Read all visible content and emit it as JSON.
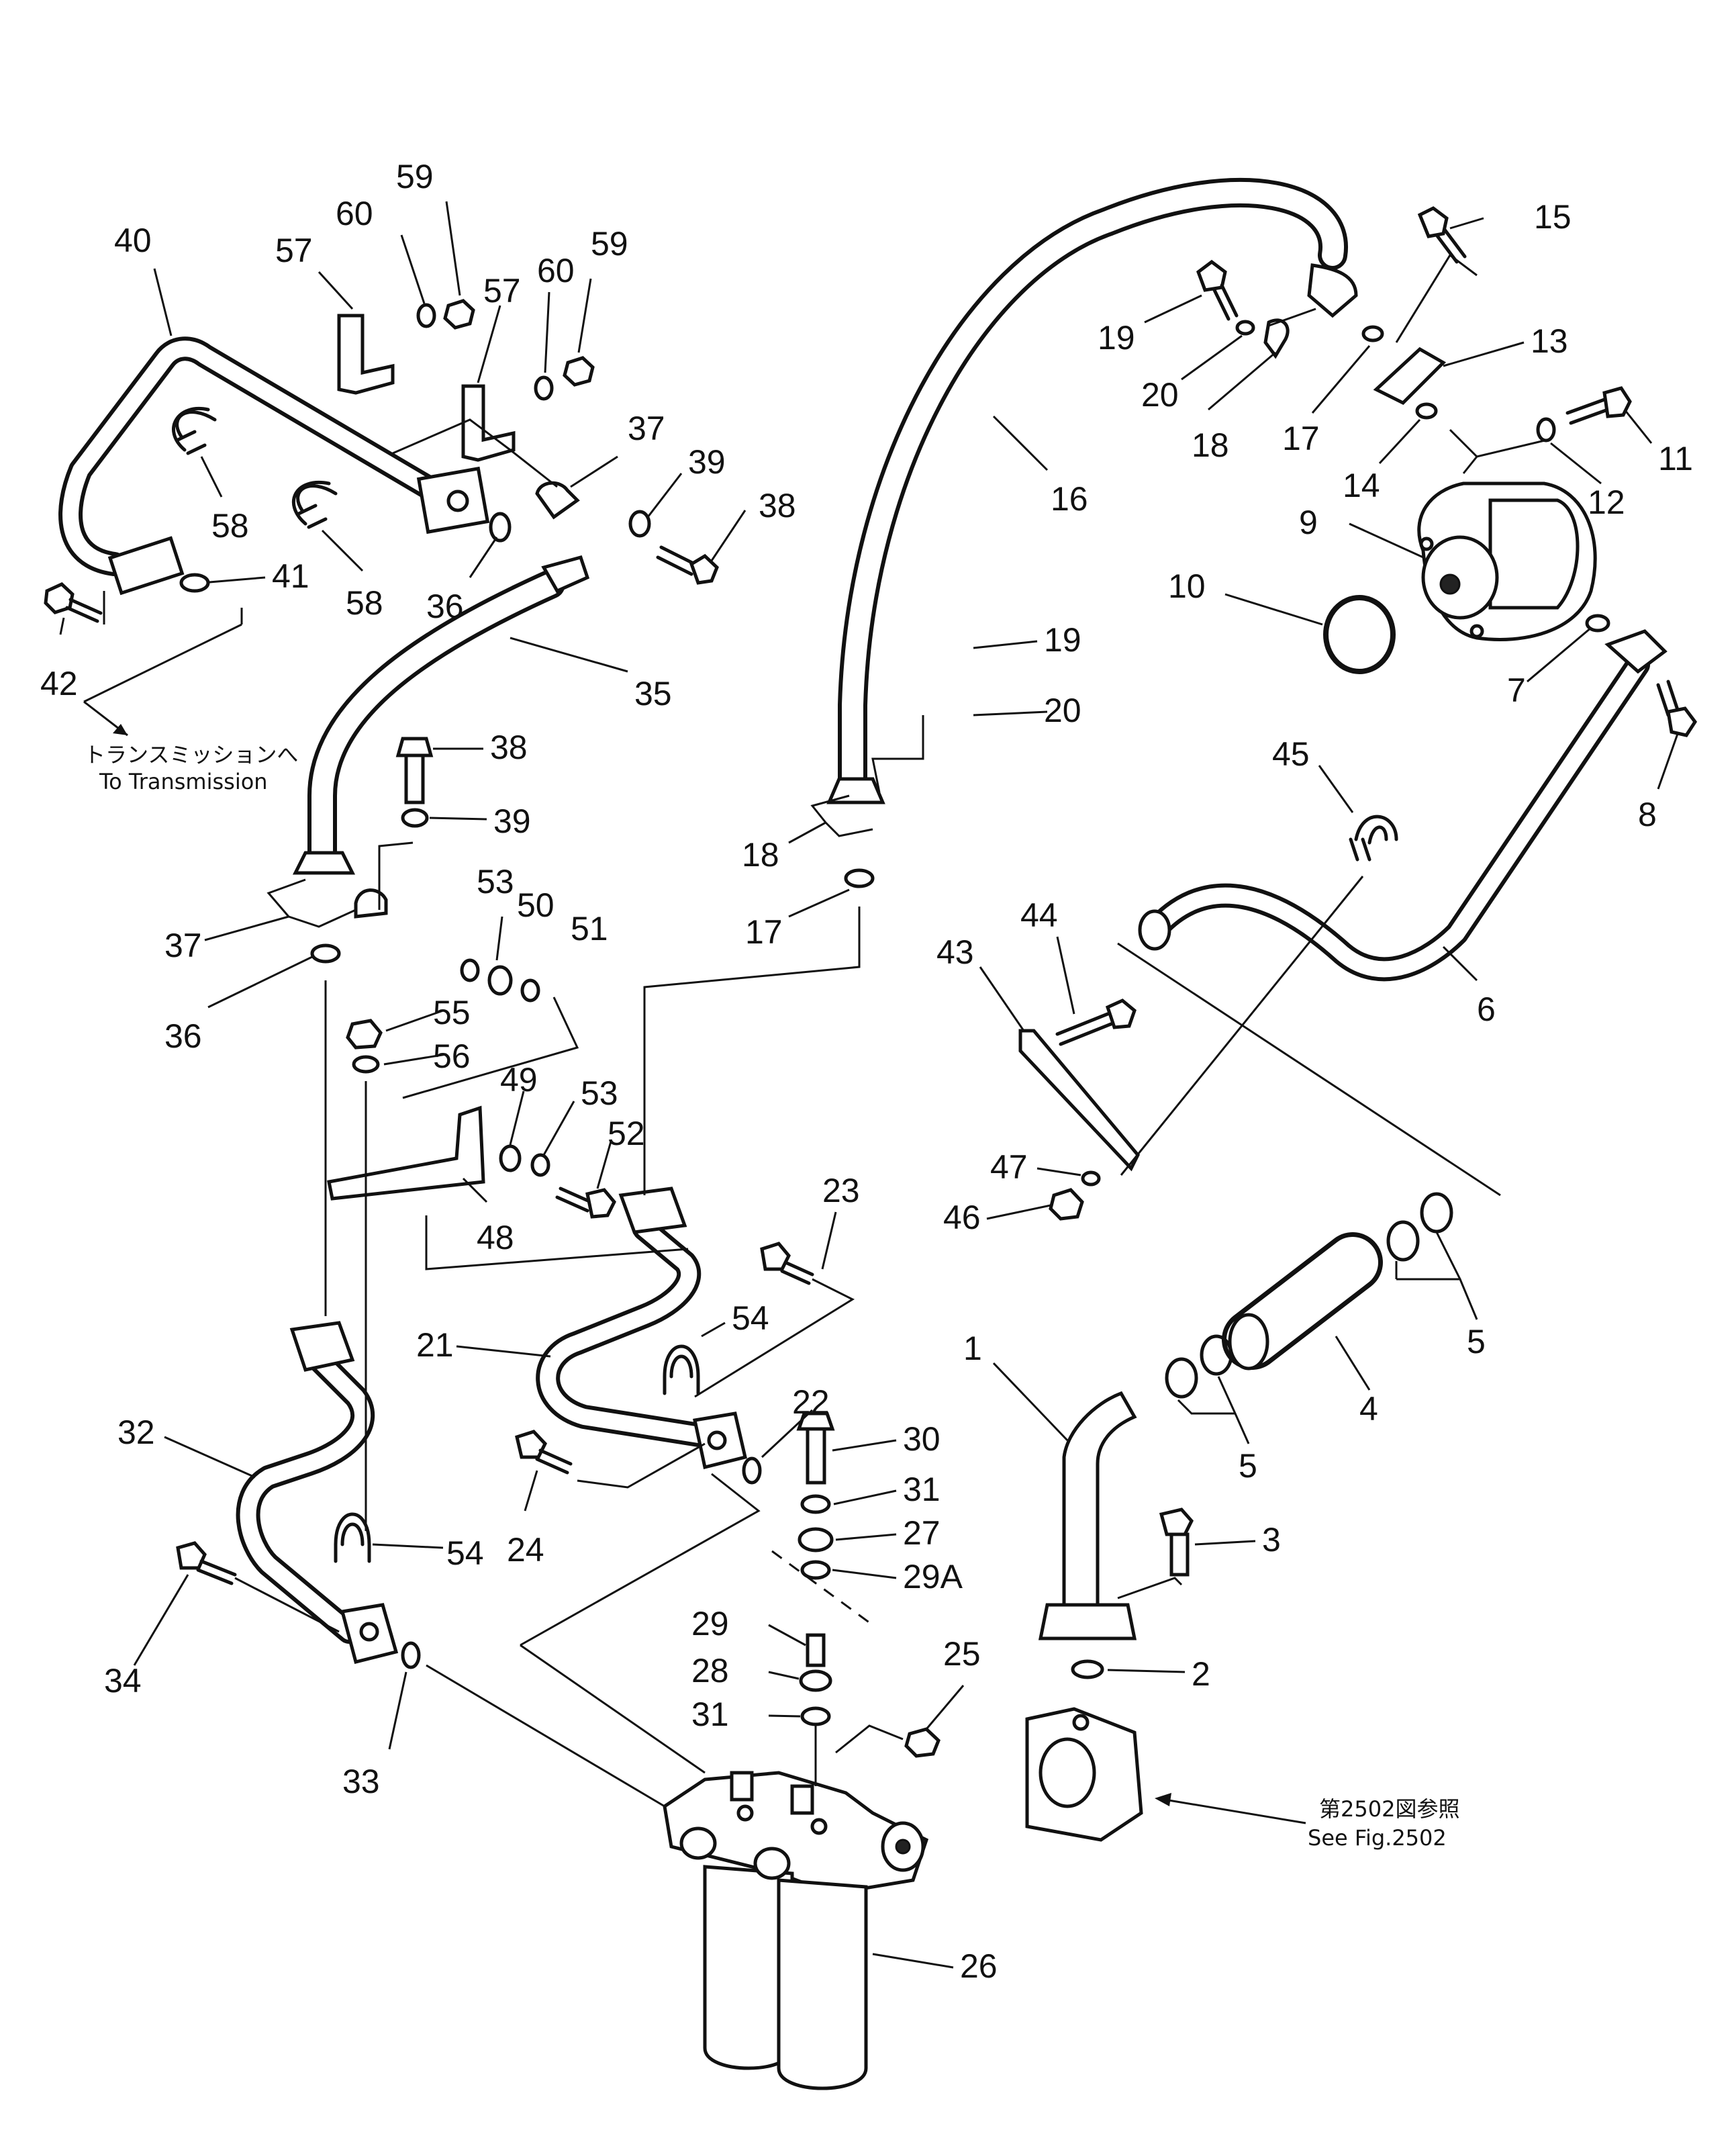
{
  "callouts": [
    {
      "id": "c1",
      "text": "1"
    },
    {
      "id": "c2",
      "text": "2"
    },
    {
      "id": "c3",
      "text": "3"
    },
    {
      "id": "c4",
      "text": "4"
    },
    {
      "id": "c5a",
      "text": "5"
    },
    {
      "id": "c5b",
      "text": "5"
    },
    {
      "id": "c6",
      "text": "6"
    },
    {
      "id": "c7",
      "text": "7"
    },
    {
      "id": "c8",
      "text": "8"
    },
    {
      "id": "c9",
      "text": "9"
    },
    {
      "id": "c10",
      "text": "10"
    },
    {
      "id": "c11",
      "text": "11"
    },
    {
      "id": "c12",
      "text": "12"
    },
    {
      "id": "c13",
      "text": "13"
    },
    {
      "id": "c14",
      "text": "14"
    },
    {
      "id": "c15",
      "text": "15"
    },
    {
      "id": "c16",
      "text": "16"
    },
    {
      "id": "c17a",
      "text": "17"
    },
    {
      "id": "c17b",
      "text": "17"
    },
    {
      "id": "c18a",
      "text": "18"
    },
    {
      "id": "c18b",
      "text": "18"
    },
    {
      "id": "c19a",
      "text": "19"
    },
    {
      "id": "c19b",
      "text": "19"
    },
    {
      "id": "c20a",
      "text": "20"
    },
    {
      "id": "c20b",
      "text": "20"
    },
    {
      "id": "c21",
      "text": "21"
    },
    {
      "id": "c22",
      "text": "22"
    },
    {
      "id": "c23",
      "text": "23"
    },
    {
      "id": "c24",
      "text": "24"
    },
    {
      "id": "c25",
      "text": "25"
    },
    {
      "id": "c26",
      "text": "26"
    },
    {
      "id": "c27",
      "text": "27"
    },
    {
      "id": "c28",
      "text": "28"
    },
    {
      "id": "c29",
      "text": "29"
    },
    {
      "id": "c29A",
      "text": "29A"
    },
    {
      "id": "c30",
      "text": "30"
    },
    {
      "id": "c31a",
      "text": "31"
    },
    {
      "id": "c31b",
      "text": "31"
    },
    {
      "id": "c32",
      "text": "32"
    },
    {
      "id": "c33",
      "text": "33"
    },
    {
      "id": "c34",
      "text": "34"
    },
    {
      "id": "c35",
      "text": "35"
    },
    {
      "id": "c36a",
      "text": "36"
    },
    {
      "id": "c36b",
      "text": "36"
    },
    {
      "id": "c37a",
      "text": "37"
    },
    {
      "id": "c37b",
      "text": "37"
    },
    {
      "id": "c38a",
      "text": "38"
    },
    {
      "id": "c38b",
      "text": "38"
    },
    {
      "id": "c39a",
      "text": "39"
    },
    {
      "id": "c39b",
      "text": "39"
    },
    {
      "id": "c40",
      "text": "40"
    },
    {
      "id": "c41",
      "text": "41"
    },
    {
      "id": "c42",
      "text": "42"
    },
    {
      "id": "c43",
      "text": "43"
    },
    {
      "id": "c44",
      "text": "44"
    },
    {
      "id": "c45",
      "text": "45"
    },
    {
      "id": "c46",
      "text": "46"
    },
    {
      "id": "c47",
      "text": "47"
    },
    {
      "id": "c48",
      "text": "48"
    },
    {
      "id": "c49",
      "text": "49"
    },
    {
      "id": "c50",
      "text": "50"
    },
    {
      "id": "c51",
      "text": "51"
    },
    {
      "id": "c52",
      "text": "52"
    },
    {
      "id": "c53a",
      "text": "53"
    },
    {
      "id": "c53b",
      "text": "53"
    },
    {
      "id": "c54a",
      "text": "54"
    },
    {
      "id": "c54b",
      "text": "54"
    },
    {
      "id": "c55",
      "text": "55"
    },
    {
      "id": "c56",
      "text": "56"
    },
    {
      "id": "c57a",
      "text": "57"
    },
    {
      "id": "c57b",
      "text": "57"
    },
    {
      "id": "c58a",
      "text": "58"
    },
    {
      "id": "c58b",
      "text": "58"
    },
    {
      "id": "c59a",
      "text": "59"
    },
    {
      "id": "c59b",
      "text": "59"
    },
    {
      "id": "c60a",
      "text": "60"
    },
    {
      "id": "c60b",
      "text": "60"
    }
  ],
  "notes": {
    "transmission_jp": "トランスミッションへ",
    "transmission_en": "To Transmission",
    "see_fig_jp": "第2502図参照",
    "see_fig_en": "See Fig.2502"
  }
}
